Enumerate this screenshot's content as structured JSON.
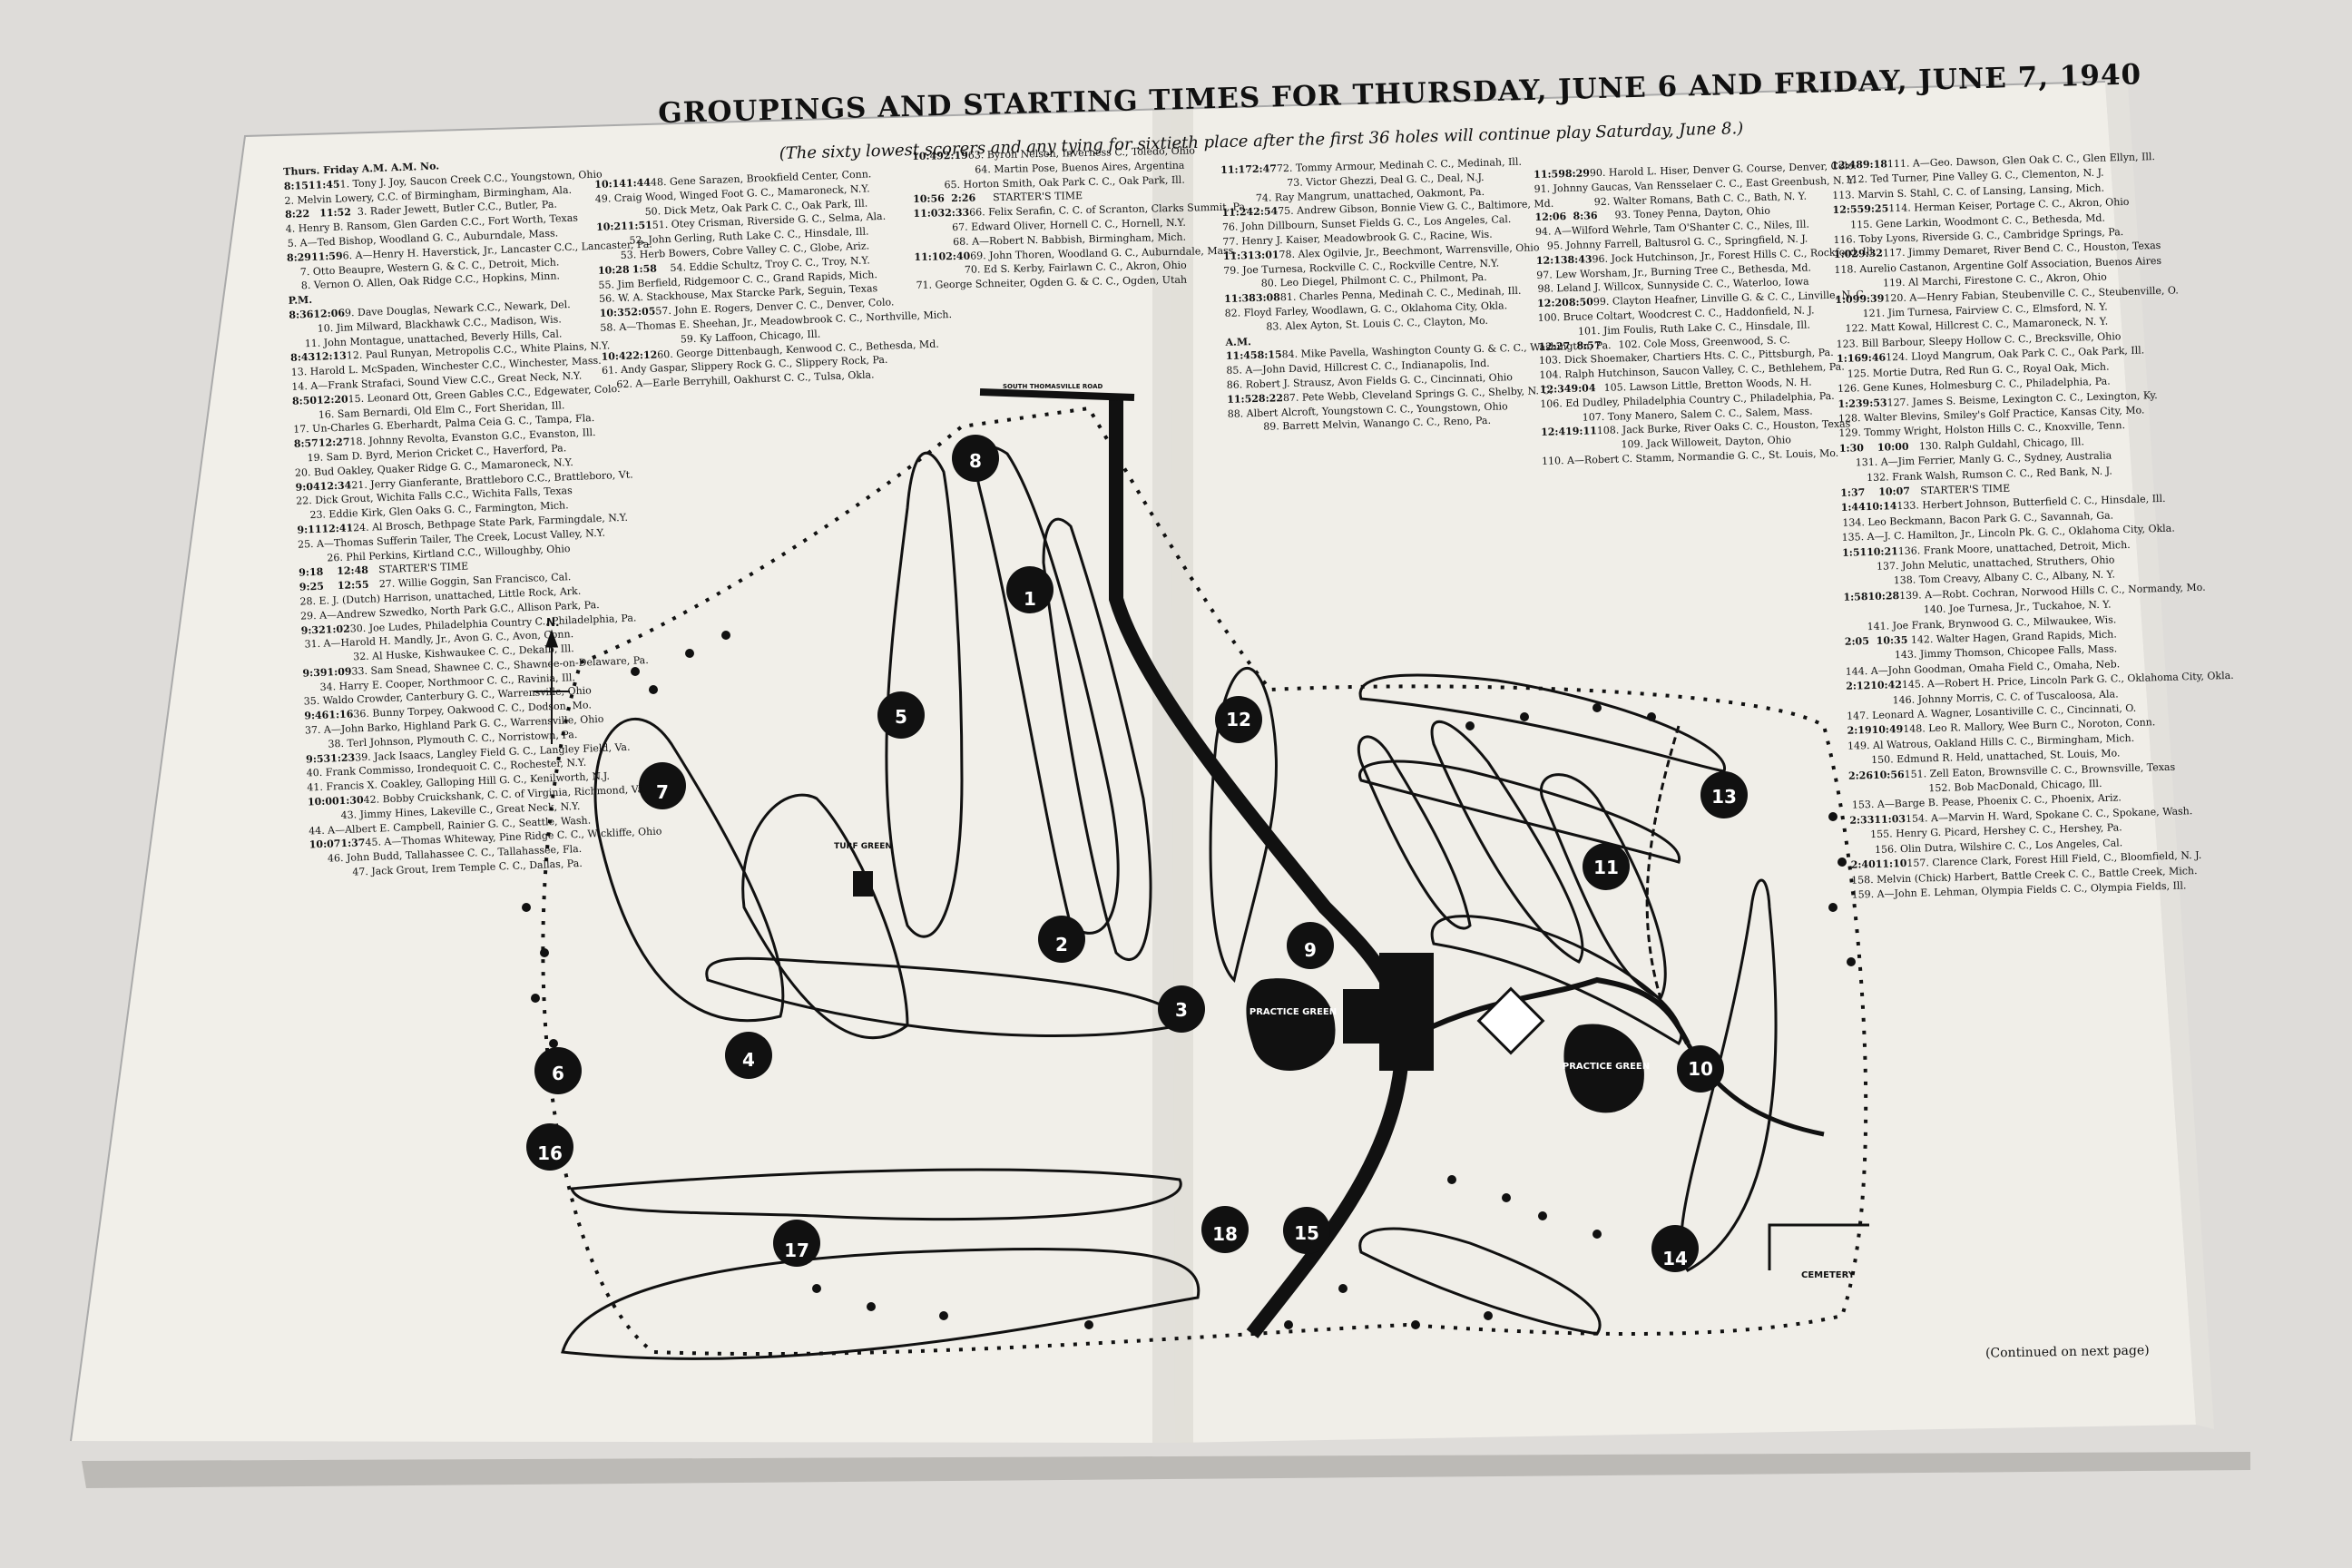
{
  "title": "GROUPINGS AND STARTING TIMES FOR THURSDAY, JUNE 6 AND FRIDAY, JUNE 7, 1940",
  "subtitle": "(The sixty lowest scorers and any tying for sixtieth place after the first 36 holes will continue play Saturday, June 8.)",
  "col1_header": "Thurs. Friday A.M. A.M. No.",
  "col1": [
    {
      "t1": "8:15",
      "t2": "11:45",
      "txt": "1. Tony J. Joy, Saucon Creek C.C., Youngstown, Ohio"
    },
    {
      "t1": "",
      "t2": "",
      "txt": "2. Melvin Lowery, C.C. of Birmingham, Birmingham, Ala."
    },
    {
      "t1": "8:22",
      "t2": "11:52",
      "txt": "3. Rader Jewett, Butler C.C., Butler, Pa."
    },
    {
      "t1": "",
      "t2": "",
      "txt": "4. Henry B. Ransom, Glen Garden C.C., Fort Worth, Texas"
    },
    {
      "t1": "",
      "t2": "",
      "txt": "5. A—Ted Bishop, Woodland G. C., Auburndale, Mass."
    },
    {
      "t1": "8:29",
      "t2": "11:59",
      "txt": "6. A—Henry H. Haverstick, Jr., Lancaster C.C., Lancaster, Pa."
    },
    {
      "t1": "",
      "t2": "",
      "txt": "7. Otto Beaupre, Western G. & C. C., Detroit, Mich."
    },
    {
      "t1": "",
      "t2": "",
      "txt": "8. Vernon O. Allen, Oak Ridge C.C., Hopkins, Minn."
    },
    {
      "t1": "P.M.",
      "t2": "",
      "txt": ""
    },
    {
      "t1": "8:36",
      "t2": "12:06",
      "txt": "9. Dave Douglas, Newark C.C., Newark, Del."
    },
    {
      "t1": "",
      "t2": "",
      "txt": "10. Jim Milward, Blackhawk C.C., Madison, Wis."
    },
    {
      "t1": "",
      "t2": "",
      "txt": "11. John Montague, unattached, Beverly Hills, Cal."
    },
    {
      "t1": "8:43",
      "t2": "12:13",
      "txt": "12. Paul Runyan, Metropolis C.C., White Plains, N.Y."
    },
    {
      "t1": "",
      "t2": "",
      "txt": "13. Harold L. McSpaden, Winchester C.C., Winchester, Mass."
    },
    {
      "t1": "",
      "t2": "",
      "txt": "14. A—Frank Strafaci, Sound View C.C., Great Neck, N.Y."
    },
    {
      "t1": "8:50",
      "t2": "12:20",
      "txt": "15. Leonard Ott, Green Gables C.C., Edgewater, Colo."
    },
    {
      "t1": "",
      "t2": "",
      "txt": "16. Sam Bernardi, Old Elm C., Fort Sheridan, Ill."
    },
    {
      "t1": "",
      "t2": "",
      "txt": "17. Un-Charles G. Eberhardt, Palma Ceia G. C., Tampa, Fla."
    },
    {
      "t1": "8:57",
      "t2": "12:27",
      "txt": "18. Johnny Revolta, Evanston G.C., Evanston, Ill."
    },
    {
      "t1": "",
      "t2": "",
      "txt": "19. Sam D. Byrd, Merion Cricket C., Haverford, Pa."
    },
    {
      "t1": "",
      "t2": "",
      "txt": "20. Bud Oakley, Quaker Ridge G. C., Mamaroneck, N.Y."
    },
    {
      "t1": "9:04",
      "t2": "12:34",
      "txt": "21. Jerry Gianferante, Brattleboro C.C., Brattleboro, Vt."
    },
    {
      "t1": "",
      "t2": "",
      "txt": "22. Dick Grout, Wichita Falls C.C., Wichita Falls, Texas"
    },
    {
      "t1": "",
      "t2": "",
      "txt": "23. Eddie Kirk, Glen Oaks G. C., Farmington, Mich."
    },
    {
      "t1": "9:11",
      "t2": "12:41",
      "txt": "24. Al Brosch, Bethpage State Park, Farmingdale, N.Y."
    },
    {
      "t1": "",
      "t2": "",
      "txt": "25. A—Thomas Sufferin Tailer, The Creek, Locust Valley, N.Y."
    },
    {
      "t1": "",
      "t2": "",
      "txt": "26. Phil Perkins, Kirtland C.C., Willoughby, Ohio"
    },
    {
      "t1": "",
      "t2": "",
      "txt": ""
    },
    {
      "t1": "9:18",
      "t2": "12:48",
      "txt": "STARTER'S TIME"
    },
    {
      "t1": "9:25",
      "t2": "12:55",
      "txt": "27. Willie Goggin, San Francisco, Cal."
    },
    {
      "t1": "",
      "t2": "",
      "txt": "28. E. J. (Dutch) Harrison, unattached, Little Rock, Ark."
    },
    {
      "t1": "",
      "t2": "",
      "txt": "29. A—Andrew Szwedko, North Park G.C., Allison Park, Pa."
    },
    {
      "t1": "9:32",
      "t2": "1:02",
      "txt": "30. Joe Ludes, Philadelphia Country C., Philadelphia, Pa."
    },
    {
      "t1": "",
      "t2": "",
      "txt": "31. A—Harold H. Mandly, Jr., Avon G. C., Avon, Conn."
    },
    {
      "t1": "",
      "t2": "",
      "txt": "32. Al Huske, Kishwaukee C. C., Dekalb, Ill."
    },
    {
      "t1": "9:39",
      "t2": "1:09",
      "txt": "33. Sam Snead, Shawnee C. C., Shawnee-on-Delaware, Pa."
    },
    {
      "t1": "",
      "t2": "",
      "txt": "34. Harry E. Cooper, Northmoor C. C., Ravinia, Ill."
    },
    {
      "t1": "",
      "t2": "",
      "txt": "35. Waldo Crowder, Canterbury G. C., Warrensville, Ohio"
    },
    {
      "t1": "9:46",
      "t2": "1:16",
      "txt": "36. Bunny Torpey, Oakwood C. C., Dodson, Mo."
    },
    {
      "t1": "",
      "t2": "",
      "txt": "37. A—John Barko, Highland Park G. C., Warrensville, Ohio"
    },
    {
      "t1": "",
      "t2": "",
      "txt": "38. Terl Johnson, Plymouth C. C., Norristown, Pa."
    },
    {
      "t1": "9:53",
      "t2": "1:23",
      "txt": "39. Jack Isaacs, Langley Field G. C., Langley Field, Va."
    },
    {
      "t1": "",
      "t2": "",
      "txt": "40. Frank Commisso, Irondequoit C. C., Rochester, N.Y."
    },
    {
      "t1": "",
      "t2": "",
      "txt": "41. Francis X. Coakley, Galloping Hill G. C., Kenilworth, N.J."
    },
    {
      "t1": "10:00",
      "t2": "1:30",
      "txt": "42. Bobby Cruickshank, C. C. of Virginia, Richmond, Va."
    },
    {
      "t1": "",
      "t2": "",
      "txt": "43. Jimmy Hines, Lakeville C., Great Neck, N.Y."
    },
    {
      "t1": "",
      "t2": "",
      "txt": "44. A—Albert E. Campbell, Rainier G. C., Seattle, Wash."
    },
    {
      "t1": "10:07",
      "t2": "1:37",
      "txt": "45. A—Thomas Whiteway, Pine Ridge C. C., Wickliffe, Ohio"
    },
    {
      "t1": "",
      "t2": "",
      "txt": "46. John Budd, Tallahassee C. C., Tallahassee, Fla."
    },
    {
      "t1": "",
      "t2": "",
      "txt": "47. Jack Grout, Irem Temple C. C., Dallas, Pa."
    }
  ],
  "col2": [
    {
      "t1": "10:14",
      "t2": "1:44",
      "txt": "48. Gene Sarazen, Brookfield Center, Conn."
    },
    {
      "t1": "",
      "t2": "",
      "txt": "49. Craig Wood, Winged Foot G. C., Mamaroneck, N.Y."
    },
    {
      "t1": "",
      "t2": "",
      "txt": "50. Dick Metz, Oak Park C. C., Oak Park, Ill."
    },
    {
      "t1": "10:21",
      "t2": "1:51",
      "txt": "51. Otey Crisman, Riverside G. C., Selma, Ala."
    },
    {
      "t1": "",
      "t2": "",
      "txt": "52. John Gerling, Ruth Lake C. C., Hinsdale, Ill."
    },
    {
      "t1": "",
      "t2": "",
      "txt": "53. Herb Bowers, Cobre Valley C. C., Globe, Ariz."
    },
    {
      "t1": "10:28",
      "t2": "1:58",
      "txt": "54. Eddie Schultz, Troy C. C., Troy, N.Y."
    },
    {
      "t1": "",
      "t2": "",
      "txt": "55. Jim Berfield, Ridgemoor C. C., Grand Rapids, Mich."
    },
    {
      "t1": "",
      "t2": "",
      "txt": "56. W. A. Stackhouse, Max Starcke Park, Seguin, Texas"
    },
    {
      "t1": "10:35",
      "t2": "2:05",
      "txt": "57. John E. Rogers, Denver C. C., Denver, Colo."
    },
    {
      "t1": "",
      "t2": "",
      "txt": "58. A—Thomas E. Sheehan, Jr., Meadowbrook C. C., Northville, Mich."
    },
    {
      "t1": "",
      "t2": "",
      "txt": "59. Ky Laffoon, Chicago, Ill."
    },
    {
      "t1": "10:42",
      "t2": "2:12",
      "txt": "60. George Dittenbaugh, Kenwood C. C., Bethesda, Md."
    },
    {
      "t1": "",
      "t2": "",
      "txt": "61. Andy Gaspar, Slippery Rock G. C., Slippery Rock, Pa."
    },
    {
      "t1": "",
      "t2": "",
      "txt": "62. A—Earle Berryhill, Oakhurst C. C., Tulsa, Okla."
    }
  ],
  "col3": [
    {
      "t1": "10:49",
      "t2": "2:19",
      "txt": "63. Byron Nelson, Inverness C., Toledo, Ohio"
    },
    {
      "t1": "",
      "t2": "",
      "txt": "64. Martin Pose, Buenos Aires, Argentina"
    },
    {
      "t1": "",
      "t2": "",
      "txt": "65. Horton Smith, Oak Park C. C., Oak Park, Ill."
    },
    {
      "t1": "10:56",
      "t2": "2:26",
      "txt": "STARTER'S TIME"
    },
    {
      "t1": "11:03",
      "t2": "2:33",
      "txt": "66. Felix Serafin, C. C. of Scranton, Clarks Summit, Pa."
    },
    {
      "t1": "",
      "t2": "",
      "txt": "67. Edward Oliver, Hornell C. C., Hornell, N.Y."
    },
    {
      "t1": "",
      "t2": "",
      "txt": "68. A—Robert N. Babbish, Birmingham, Mich."
    },
    {
      "t1": "11:10",
      "t2": "2:40",
      "txt": "69. John Thoren, Woodland G. C., Auburndale, Mass."
    },
    {
      "t1": "",
      "t2": "",
      "txt": "70. Ed S. Kerby, Fairlawn C. C., Akron, Ohio"
    },
    {
      "t1": "",
      "t2": "",
      "txt": "71. George Schneiter, Ogden G. & C. C., Ogden, Utah"
    }
  ],
  "col4": [
    {
      "t1": "11:17",
      "t2": "2:47",
      "txt": "72. Tommy Armour, Medinah C. C., Medinah, Ill."
    },
    {
      "t1": "",
      "t2": "",
      "txt": "73. Victor Ghezzi, Deal G. C., Deal, N.J."
    },
    {
      "t1": "",
      "t2": "",
      "txt": "74. Ray Mangrum, unattached, Oakmont, Pa."
    },
    {
      "t1": "11:24",
      "t2": "2:54",
      "txt": "75. Andrew Gibson, Bonnie View G. C., Baltimore, Md."
    },
    {
      "t1": "",
      "t2": "",
      "txt": "76. John Dillbourn, Sunset Fields G. C., Los Angeles, Cal."
    },
    {
      "t1": "",
      "t2": "",
      "txt": "77. Henry J. Kaiser, Meadowbrook G. C., Racine, Wis."
    },
    {
      "t1": "11:31",
      "t2": "3:01",
      "txt": "78. Alex Ogilvie, Jr., Beechmont, Warrensville, Ohio"
    },
    {
      "t1": "",
      "t2": "",
      "txt": "79. Joe Turnesa, Rockville C. C., Rockville Centre, N.Y."
    },
    {
      "t1": "",
      "t2": "",
      "txt": "80. Leo Diegel, Philmont C. C., Philmont, Pa."
    },
    {
      "t1": "11:38",
      "t2": "3:08",
      "txt": "81. Charles Penna, Medinah C. C., Medinah, Ill."
    },
    {
      "t1": "",
      "t2": "",
      "txt": "82. Floyd Farley, Woodlawn, G. C., Oklahoma City, Okla."
    },
    {
      "t1": "",
      "t2": "",
      "txt": "83. Alex Ayton, St. Louis C. C., Clayton, Mo."
    },
    {
      "t1": "A.M.",
      "t2": "",
      "txt": ""
    },
    {
      "t1": "11:45",
      "t2": "8:15",
      "txt": "84. Mike Pavella, Washington County G. & C. C., Washington, Pa."
    },
    {
      "t1": "",
      "t2": "",
      "txt": "85. A—John David, Hillcrest C. C., Indianapolis, Ind."
    },
    {
      "t1": "",
      "t2": "",
      "txt": "86. Robert J. Strausz, Avon Fields G. C., Cincinnati, Ohio"
    },
    {
      "t1": "11:52",
      "t2": "8:22",
      "txt": "87. Pete Webb, Cleveland Springs G. C., Shelby, N. C."
    },
    {
      "t1": "",
      "t2": "",
      "txt": "88. Albert Alcroft, Youngstown C. C., Youngstown, Ohio"
    },
    {
      "t1": "",
      "t2": "",
      "txt": "89. Barrett Melvin, Wanango C. C., Reno, Pa."
    }
  ],
  "col5": [
    {
      "t1": "11:59",
      "t2": "8:29",
      "txt": "90. Harold L. Hiser, Denver G. Course, Denver, Colo."
    },
    {
      "t1": "",
      "t2": "",
      "txt": "91. Johnny Gaucas, Van Rensselaer C. C., East Greenbush, N. Y."
    },
    {
      "t1": "",
      "t2": "",
      "txt": "92. Walter Romans, Bath C. C., Bath, N. Y."
    },
    {
      "t1": "12:06",
      "t2": "8:36",
      "txt": "93. Toney Penna, Dayton, Ohio"
    },
    {
      "t1": "",
      "t2": "",
      "txt": "94. A—Wilford Wehrle, Tam O'Shanter C. C., Niles, Ill."
    },
    {
      "t1": "",
      "t2": "",
      "txt": "95. Johnny Farrell, Baltusrol G. C., Springfield, N. J."
    },
    {
      "t1": "12:13",
      "t2": "8:43",
      "txt": "96. Jock Hutchinson, Jr., Forest Hills C. C., Rockford, Ill."
    },
    {
      "t1": "",
      "t2": "",
      "txt": "97. Lew Worsham, Jr., Burning Tree C., Bethesda, Md."
    },
    {
      "t1": "",
      "t2": "",
      "txt": "98. Leland J. Willcox, Sunnyside C. C., Waterloo, Iowa"
    },
    {
      "t1": "12:20",
      "t2": "8:50",
      "txt": "99. Clayton Heafner, Linville G. & C. C., Linville, N. C."
    },
    {
      "t1": "",
      "t2": "",
      "txt": "100. Bruce Coltart, Woodcrest C. C., Haddonfield, N. J."
    },
    {
      "t1": "",
      "t2": "",
      "txt": "101. Jim Foulis, Ruth Lake C. C., Hinsdale, Ill."
    },
    {
      "t1": "12:27",
      "t2": "8:57",
      "txt": "102. Cole Moss, Greenwood, S. C."
    },
    {
      "t1": "",
      "t2": "",
      "txt": "103. Dick Shoemaker, Chartiers Hts. C. C., Pittsburgh, Pa."
    },
    {
      "t1": "",
      "t2": "",
      "txt": "104. Ralph Hutchinson, Saucon Valley, C. C., Bethlehem, Pa."
    },
    {
      "t1": "12:34",
      "t2": "9:04",
      "txt": "105. Lawson Little, Bretton Woods, N. H."
    },
    {
      "t1": "",
      "t2": "",
      "txt": "106. Ed Dudley, Philadelphia Country C., Philadelphia, Pa."
    },
    {
      "t1": "",
      "t2": "",
      "txt": "107. Tony Manero, Salem C. C., Salem, Mass."
    },
    {
      "t1": "12:41",
      "t2": "9:11",
      "txt": "108. Jack Burke, River Oaks C. C., Houston, Texas"
    },
    {
      "t1": "",
      "t2": "",
      "txt": "109. Jack Willoweit, Dayton, Ohio"
    },
    {
      "t1": "",
      "t2": "",
      "txt": "110. A—Robert C. Stamm, Normandie G. C., St. Louis, Mo."
    }
  ],
  "col6": [
    {
      "t1": "12:48",
      "t2": "9:18",
      "txt": "111. A—Geo. Dawson, Glen Oak C. C., Glen Ellyn, Ill."
    },
    {
      "t1": "",
      "t2": "",
      "txt": "112. Ted Turner, Pine Valley G. C., Clementon, N. J."
    },
    {
      "t1": "",
      "t2": "",
      "txt": "113. Marvin S. Stahl, C. C. of Lansing, Lansing, Mich."
    },
    {
      "t1": "12:55",
      "t2": "9:25",
      "txt": "114. Herman Keiser, Portage C. C., Akron, Ohio"
    },
    {
      "t1": "",
      "t2": "",
      "txt": "115. Gene Larkin, Woodmont C. C., Bethesda, Md."
    },
    {
      "t1": "",
      "t2": "",
      "txt": "116. Toby Lyons, Riverside G. C., Cambridge Springs, Pa."
    },
    {
      "t1": "1:02",
      "t2": "9:32",
      "txt": "117. Jimmy Demaret, River Bend C. C., Houston, Texas"
    },
    {
      "t1": "",
      "t2": "",
      "txt": "118. Aurelio Castanon, Argentine Golf Association, Buenos Aires"
    },
    {
      "t1": "",
      "t2": "",
      "txt": "119. Al Marchi, Firestone C. C., Akron, Ohio"
    },
    {
      "t1": "1:09",
      "t2": "9:39",
      "txt": "120. A—Henry Fabian, Steubenville C. C., Steubenville, O."
    },
    {
      "t1": "",
      "t2": "",
      "txt": "121. Jim Turnesa, Fairview C. C., Elmsford, N. Y."
    },
    {
      "t1": "",
      "t2": "",
      "txt": "122. Matt Kowal, Hillcrest C. C., Mamaroneck, N. Y."
    },
    {
      "t1": "",
      "t2": "",
      "txt": "123. Bill Barbour, Sleepy Hollow C. C., Brecksville, Ohio"
    },
    {
      "t1": "1:16",
      "t2": "9:46",
      "txt": "124. Lloyd Mangrum, Oak Park C. C., Oak Park, Ill."
    },
    {
      "t1": "",
      "t2": "",
      "txt": "125. Mortie Dutra, Red Run G. C., Royal Oak, Mich."
    },
    {
      "t1": "",
      "t2": "",
      "txt": "126. Gene Kunes, Holmesburg C. C., Philadelphia, Pa."
    },
    {
      "t1": "1:23",
      "t2": "9:53",
      "txt": "127. James S. Beisme, Lexington C. C., Lexington, Ky."
    },
    {
      "t1": "",
      "t2": "",
      "txt": "128. Walter Blevins, Smiley's Golf Practice, Kansas City, Mo."
    },
    {
      "t1": "",
      "t2": "",
      "txt": "129. Tommy Wright, Holston Hills C. C., Knoxville, Tenn."
    },
    {
      "t1": "1:30",
      "t2": "10:00",
      "txt": "130. Ralph Guldahl, Chicago, Ill."
    },
    {
      "t1": "",
      "t2": "",
      "txt": "131. A—Jim Ferrier, Manly G. C., Sydney, Australia"
    },
    {
      "t1": "",
      "t2": "",
      "txt": "132. Frank Walsh, Rumson C. C., Red Bank, N. J."
    },
    {
      "t1": "1:37",
      "t2": "10:07",
      "txt": "STARTER'S TIME"
    },
    {
      "t1": "1:44",
      "t2": "10:14",
      "txt": "133. Herbert Johnson, Butterfield C. C., Hinsdale, Ill."
    },
    {
      "t1": "",
      "t2": "",
      "txt": "134. Leo Beckmann, Bacon Park G. C., Savannah, Ga."
    },
    {
      "t1": "",
      "t2": "",
      "txt": "135. A—J. C. Hamilton, Jr., Lincoln Pk. G. C., Oklahoma City, Okla."
    },
    {
      "t1": "1:51",
      "t2": "10:21",
      "txt": "136. Frank Moore, unattached, Detroit, Mich."
    },
    {
      "t1": "",
      "t2": "",
      "txt": "137. John Melutic, unattached, Struthers, Ohio"
    },
    {
      "t1": "",
      "t2": "",
      "txt": "138. Tom Creavy, Albany C. C., Albany, N. Y."
    },
    {
      "t1": "1:58",
      "t2": "10:28",
      "txt": "139. A—Robt. Cochran, Norwood Hills C. C., Normandy, Mo."
    },
    {
      "t1": "",
      "t2": "",
      "txt": "140. Joe Turnesa, Jr., Tuckahoe, N. Y."
    },
    {
      "t1": "",
      "t2": "",
      "txt": "141. Joe Frank, Brynwood G. C., Milwaukee, Wis."
    },
    {
      "t1": "2:05",
      "t2": "10:35",
      "txt": "142. Walter Hagen, Grand Rapids, Mich."
    },
    {
      "t1": "",
      "t2": "",
      "txt": "143. Jimmy Thomson, Chicopee Falls, Mass."
    },
    {
      "t1": "",
      "t2": "",
      "txt": "144. A—John Goodman, Omaha Field C., Omaha, Neb."
    },
    {
      "t1": "2:12",
      "t2": "10:42",
      "txt": "145. A—Robert H. Price, Lincoln Park G. C., Oklahoma City, Okla."
    },
    {
      "t1": "",
      "t2": "",
      "txt": "146. Johnny Morris, C. C. of Tuscaloosa, Ala."
    },
    {
      "t1": "",
      "t2": "",
      "txt": "147. Leonard A. Wagner, Losantiville C. C., Cincinnati, O."
    },
    {
      "t1": "2:19",
      "t2": "10:49",
      "txt": "148. Leo R. Mallory, Wee Burn C., Noroton, Conn."
    },
    {
      "t1": "",
      "t2": "",
      "txt": "149. Al Watrous, Oakland Hills C. C., Birmingham, Mich."
    },
    {
      "t1": "",
      "t2": "",
      "txt": "150. Edmund R. Held, unattached, St. Louis, Mo."
    },
    {
      "t1": "2:26",
      "t2": "10:56",
      "txt": "151. Zell Eaton, Brownsville C. C., Brownsville, Texas"
    },
    {
      "t1": "",
      "t2": "",
      "txt": "152. Bob MacDonald, Chicago, Ill."
    },
    {
      "t1": "",
      "t2": "",
      "txt": "153. A—Barge B. Pease, Phoenix C. C., Phoenix, Ariz."
    },
    {
      "t1": "2:33",
      "t2": "11:03",
      "txt": "154. A—Marvin H. Ward, Spokane C. C., Spokane, Wash."
    },
    {
      "t1": "",
      "t2": "",
      "txt": "155. Henry G. Picard, Hershey C. C., Hershey, Pa."
    },
    {
      "t1": "",
      "t2": "",
      "txt": "156. Olin Dutra, Wilshire C. C., Los Angeles, Cal."
    },
    {
      "t1": "2:40",
      "t2": "11:10",
      "txt": "157. Clarence Clark, Forest Hill Field, C., Bloomfield, N. J."
    },
    {
      "t1": "",
      "t2": "",
      "txt": "158. Melvin (Chick) Harbert, Battle Creek C. C., Battle Creek, Mich."
    },
    {
      "t1": "",
      "t2": "",
      "txt": "159. A—John E. Lehman, Olympia Fields C. C., Olympia Fields, Ill."
    }
  ],
  "continued": "(Continued on next page)",
  "map": {
    "holes": [
      "1",
      "2",
      "3",
      "4",
      "5",
      "6",
      "7",
      "8",
      "9",
      "10",
      "11",
      "12",
      "13",
      "14",
      "15",
      "16",
      "17",
      "18"
    ],
    "practice_green_1": "PRACTICE GREEN",
    "practice_green_2": "PRACTICE GREEN",
    "turf_green": "TURF GREEN",
    "cemetery": "CEMETERY",
    "north": "N.",
    "road": "SOUTH THOMASVILLE ROAD"
  },
  "colors": {
    "paper": "#f1efe9",
    "ink": "#0d0d0d",
    "backdrop": "#dedcd9"
  }
}
